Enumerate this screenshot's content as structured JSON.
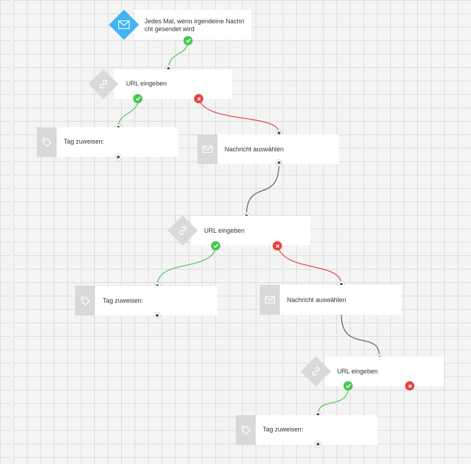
{
  "colors": {
    "trigger": "#3fb6f2",
    "success": "#48c64f",
    "failure": "#e8413a",
    "wire_success": "#5cc95c",
    "wire_failure": "#e05050",
    "wire_default": "#666666"
  },
  "trigger": {
    "label": "Jedes Mal, wenn irgendeine Nachricht gesendet wird",
    "icon": "envelope-icon"
  },
  "conditions": [
    {
      "label": "URL eingeben",
      "icon": "link-icon"
    },
    {
      "label": "URL eingeben",
      "icon": "link-icon"
    },
    {
      "label": "URL eingeben",
      "icon": "link-icon"
    }
  ],
  "actions": [
    {
      "label": "Tag zuweisen:",
      "icon": "tag-icon"
    },
    {
      "label": "Nachricht auswählen",
      "icon": "envelope-icon"
    },
    {
      "label": "Tag zuweisen:",
      "icon": "tag-icon"
    },
    {
      "label": "Nachricht auswählen",
      "icon": "envelope-icon"
    },
    {
      "label": "Tag zuweisen:",
      "icon": "tag-icon"
    }
  ]
}
